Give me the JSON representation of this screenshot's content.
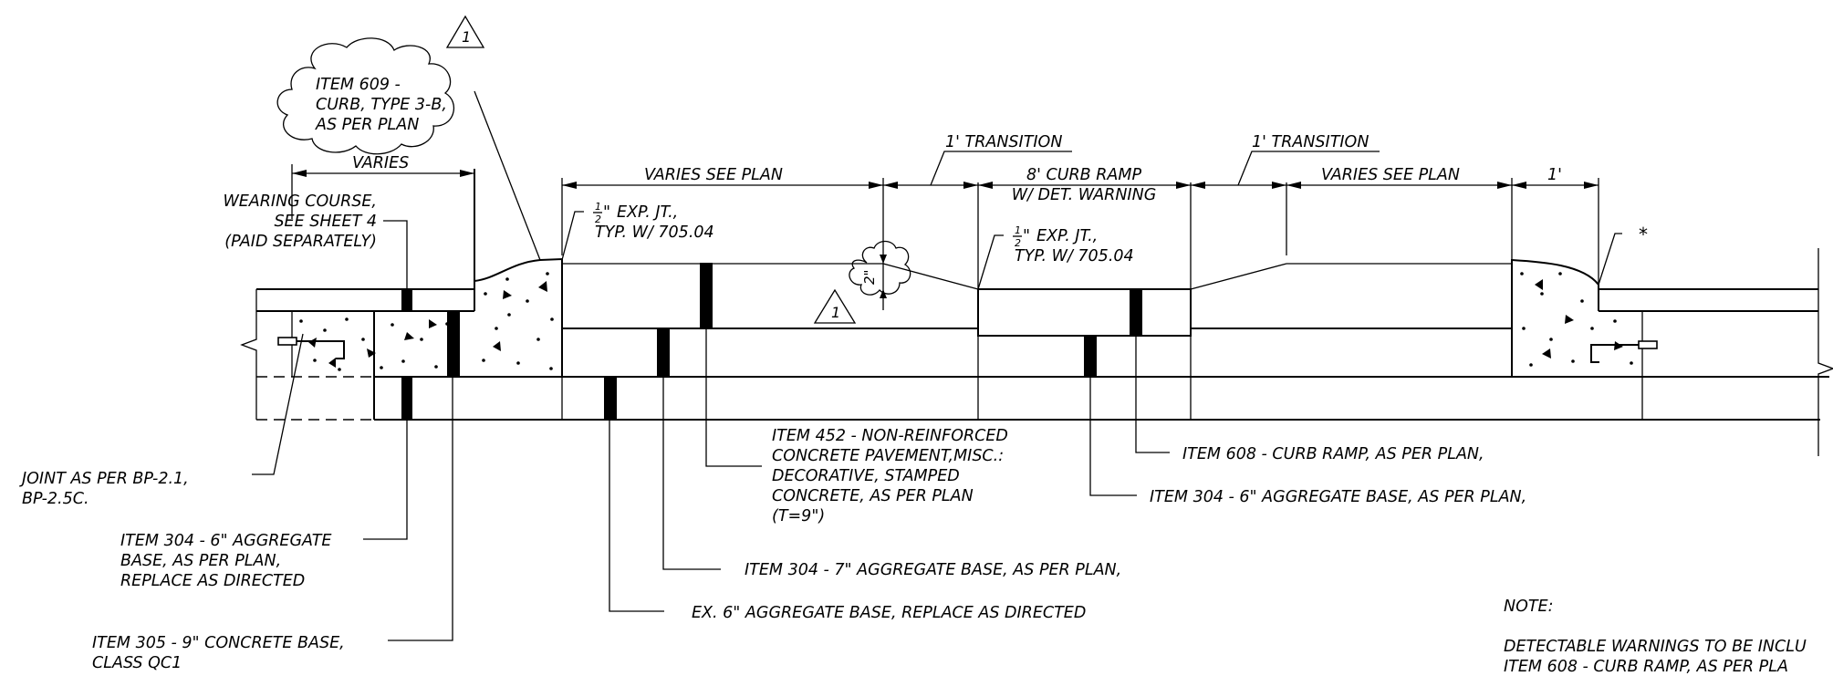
{
  "revision": {
    "number": "1"
  },
  "notes": {
    "item609": [
      "ITEM 609 -",
      "CURB, TYPE 3-B,",
      "AS PER PLAN"
    ],
    "varies": "VARIES",
    "wearing": [
      "WEARING COURSE,",
      "SEE SHEET 4",
      "(PAID SEPARATELY)"
    ],
    "exp_jt_1": [
      "EXP. JT.,",
      "TYP. W/ 705.04"
    ],
    "exp_jt_2": [
      "EXP. JT.,",
      "TYP. W/ 705.04"
    ],
    "half_inch": [
      "1",
      "2",
      "\""
    ],
    "two_inch": "2\"",
    "varies_see_plan_1": "VARIES SEE PLAN",
    "transition_1": "1' TRANSITION",
    "curb_ramp": [
      "8' CURB RAMP",
      "W/ DET. WARNING"
    ],
    "transition_2": "1' TRANSITION",
    "varies_see_plan_2": "VARIES SEE PLAN",
    "one_foot": "1'",
    "asterisk": "*",
    "joint": [
      "JOINT AS PER BP-2.1,",
      "BP-2.5C."
    ],
    "item304_left": [
      "ITEM 304 - 6\" AGGREGATE",
      "BASE, AS PER PLAN,",
      "REPLACE AS DIRECTED"
    ],
    "item305": [
      "ITEM 305 - 9\" CONCRETE BASE,",
      "CLASS QC1"
    ],
    "item452": [
      "ITEM 452 - NON-REINFORCED",
      "CONCRETE PAVEMENT,MISC.:",
      "DECORATIVE, STAMPED",
      "CONCRETE, AS PER PLAN",
      "(T=9\")"
    ],
    "item608": "ITEM 608 - CURB RAMP, AS PER PLAN,",
    "item304_right": "ITEM 304 - 6\" AGGREGATE BASE, AS PER PLAN,",
    "item304_7": "ITEM 304 - 7\" AGGREGATE BASE, AS PER PLAN,",
    "ex6": "EX. 6\" AGGREGATE BASE, REPLACE AS DIRECTED",
    "note_title": "NOTE:",
    "note_body": [
      "DETECTABLE WARNINGS TO BE INCLU",
      "ITEM 608 - CURB RAMP, AS PER PLA"
    ]
  }
}
